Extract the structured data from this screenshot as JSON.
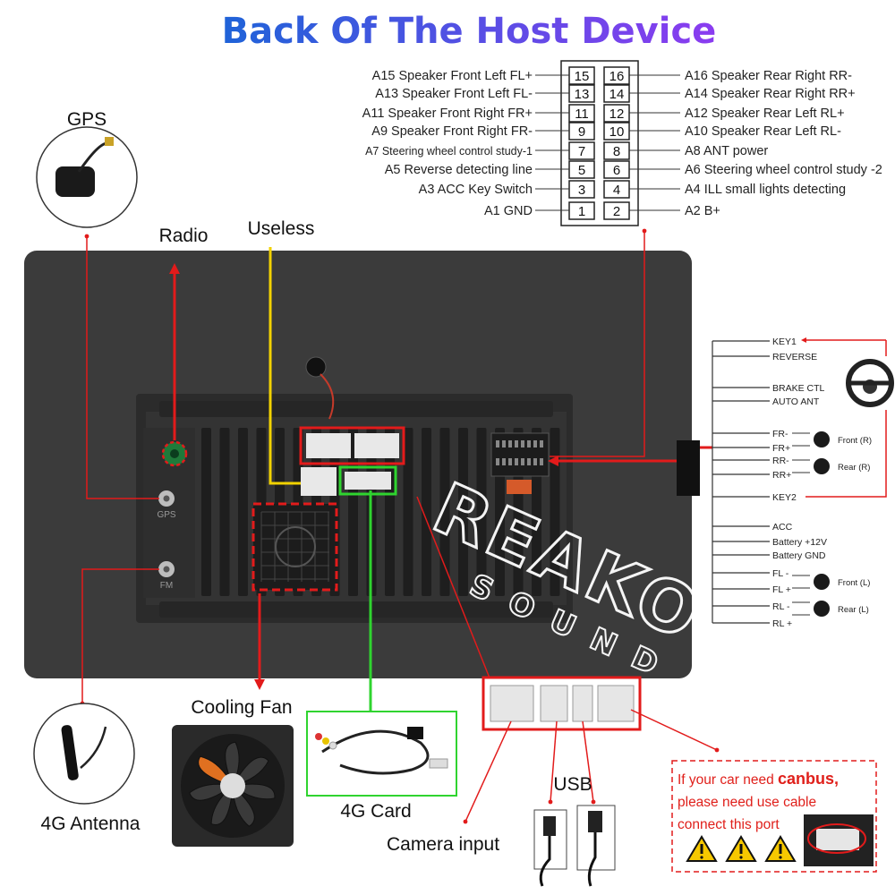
{
  "title": "Back Of The Host Device",
  "colors": {
    "title_start": "#1f63d8",
    "title_end": "#8b3cf0",
    "red": "#e21b1b",
    "yellow": "#f2d200",
    "green": "#2fd42f",
    "device": "#3b3b3b"
  },
  "pins_left": [
    {
      "code": "A15",
      "text": "Speaker Front Left FL+"
    },
    {
      "code": "A13",
      "text": "Speaker Front Left FL-"
    },
    {
      "code": "A11",
      "text": "Speaker Front Right FR+"
    },
    {
      "code": "A9",
      "text": "Speaker Front Right FR-"
    },
    {
      "code": "A7",
      "text": "Steering wheel control study-1"
    },
    {
      "code": "A5",
      "text": "Reverse detecting line"
    },
    {
      "code": "A3",
      "text": "ACC Key Switch"
    },
    {
      "code": "A1",
      "text": "GND"
    }
  ],
  "pins_right": [
    {
      "code": "A16",
      "text": "Speaker Rear Right RR-"
    },
    {
      "code": "A14",
      "text": "Speaker Rear Right RR+"
    },
    {
      "code": "A12",
      "text": "Speaker Rear Left RL+"
    },
    {
      "code": "A10",
      "text": "Speaker Rear Left RL-"
    },
    {
      "code": "A8",
      "text": "ANT power"
    },
    {
      "code": "A6",
      "text": "Steering wheel control study -2"
    },
    {
      "code": "A4",
      "text": "ILL small lights detecting"
    },
    {
      "code": "A2",
      "text": "B+"
    }
  ],
  "connector_pins": [
    [
      "15",
      "16"
    ],
    [
      "13",
      "14"
    ],
    [
      "11",
      "12"
    ],
    [
      "9",
      "10"
    ],
    [
      "7",
      "8"
    ],
    [
      "5",
      "6"
    ],
    [
      "3",
      "4"
    ],
    [
      "1",
      "2"
    ]
  ],
  "labels": {
    "gps": "GPS",
    "radio": "Radio",
    "useless": "Useless",
    "cooling_fan": "Cooling Fan",
    "four_g_antenna": "4G Antenna",
    "four_g_card": "4G Card",
    "usb": "USB",
    "camera_input": "Camera input",
    "gps_port": "GPS",
    "fm_port": "FM"
  },
  "harness": [
    {
      "text": "KEY1"
    },
    {
      "text": "REVERSE"
    },
    {
      "text": "BRAKE CTL"
    },
    {
      "text": "AUTO ANT"
    },
    {
      "text": "FR-"
    },
    {
      "text": "FR+"
    },
    {
      "text": "RR-"
    },
    {
      "text": "RR+"
    },
    {
      "text": "KEY2"
    },
    {
      "text": "ACC"
    },
    {
      "text": "Battery +12V"
    },
    {
      "text": "Battery GND"
    },
    {
      "text": "FL -"
    },
    {
      "text": "FL +"
    },
    {
      "text": "RL -"
    },
    {
      "text": "RL +"
    }
  ],
  "speakers": {
    "front_r": "Front (R)",
    "rear_r": "Rear (R)",
    "front_l": "Front (L)",
    "rear_l": "Rear (L)"
  },
  "canbus_note": {
    "line1_a": "If your car need ",
    "line1_b": "canbus,",
    "line2": "please need use cable",
    "line3": "connect this port"
  },
  "watermark": {
    "main": "REAKO",
    "sub": "SOUND"
  }
}
